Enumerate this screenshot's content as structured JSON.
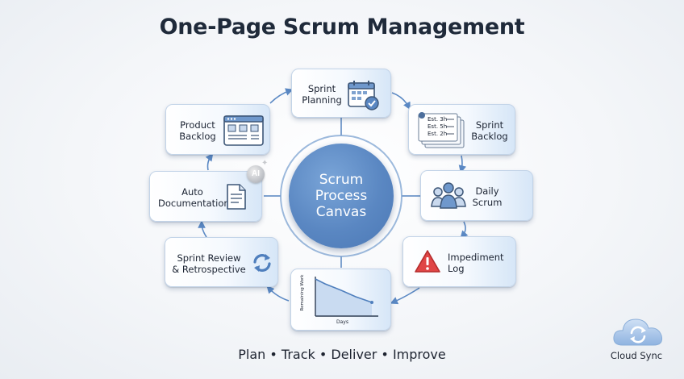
{
  "title": "One-Page Scrum Management",
  "center": {
    "line1": "Scrum",
    "line2": "Process",
    "line3": "Canvas"
  },
  "cards": {
    "sprint_planning": {
      "line1": "Sprint",
      "line2": "Planning",
      "icon": "calendar-check-icon"
    },
    "sprint_backlog": {
      "line1": "Sprint",
      "line2": "Backlog",
      "icon": "task-cards-icon",
      "estimates": [
        "Est. 3h",
        "Est. 5h",
        "Est. 2h"
      ]
    },
    "daily_scrum": {
      "line1": "Daily",
      "line2": "Scrum",
      "icon": "team-people-icon"
    },
    "impediment_log": {
      "line1": "Impediment",
      "line2": "Log",
      "icon": "warning-triangle-icon"
    },
    "burndown": {
      "ylabel": "Remaining Work",
      "xlabel": "Days",
      "icon": "burndown-chart-icon"
    },
    "review_retro": {
      "line1": "Sprint Review",
      "line2": "& Retrospective",
      "icon": "refresh-arrows-icon"
    },
    "auto_documentation": {
      "line1": "Auto",
      "line2": "Documentation",
      "icon": "document-icon",
      "badge": "AI"
    },
    "product_backlog": {
      "line1": "Product",
      "line2": "Backlog",
      "icon": "board-window-icon"
    }
  },
  "footer": "Plan • Track • Deliver • Improve",
  "cloud_sync": {
    "label": "Cloud Sync",
    "icon": "cloud-sync-icon"
  },
  "colors": {
    "accent": "#5a87c2",
    "connector": "#5b89c4",
    "title": "#1f2a3a",
    "warning": "#e04545"
  }
}
